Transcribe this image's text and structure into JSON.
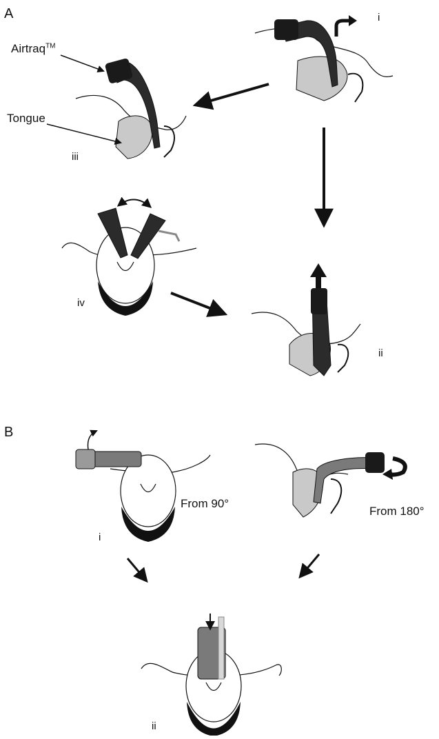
{
  "panels": {
    "a": "A",
    "b": "B"
  },
  "labels": {
    "airtraq_main": "Airtraq",
    "airtraq_sup": "TM",
    "tongue": "Tongue",
    "from_90": "From 90°",
    "from_180": "From 180°"
  },
  "steps": {
    "a_i": "i",
    "a_ii": "ii",
    "a_iii": "iii",
    "a_iv": "iv",
    "b_i": "i",
    "b_ii": "ii"
  },
  "colors": {
    "device": "#2b2b2b",
    "tongue_fill": "#c9c9c9",
    "face_fill": "#ffffff",
    "hair": "#111111",
    "line": "#111111"
  }
}
